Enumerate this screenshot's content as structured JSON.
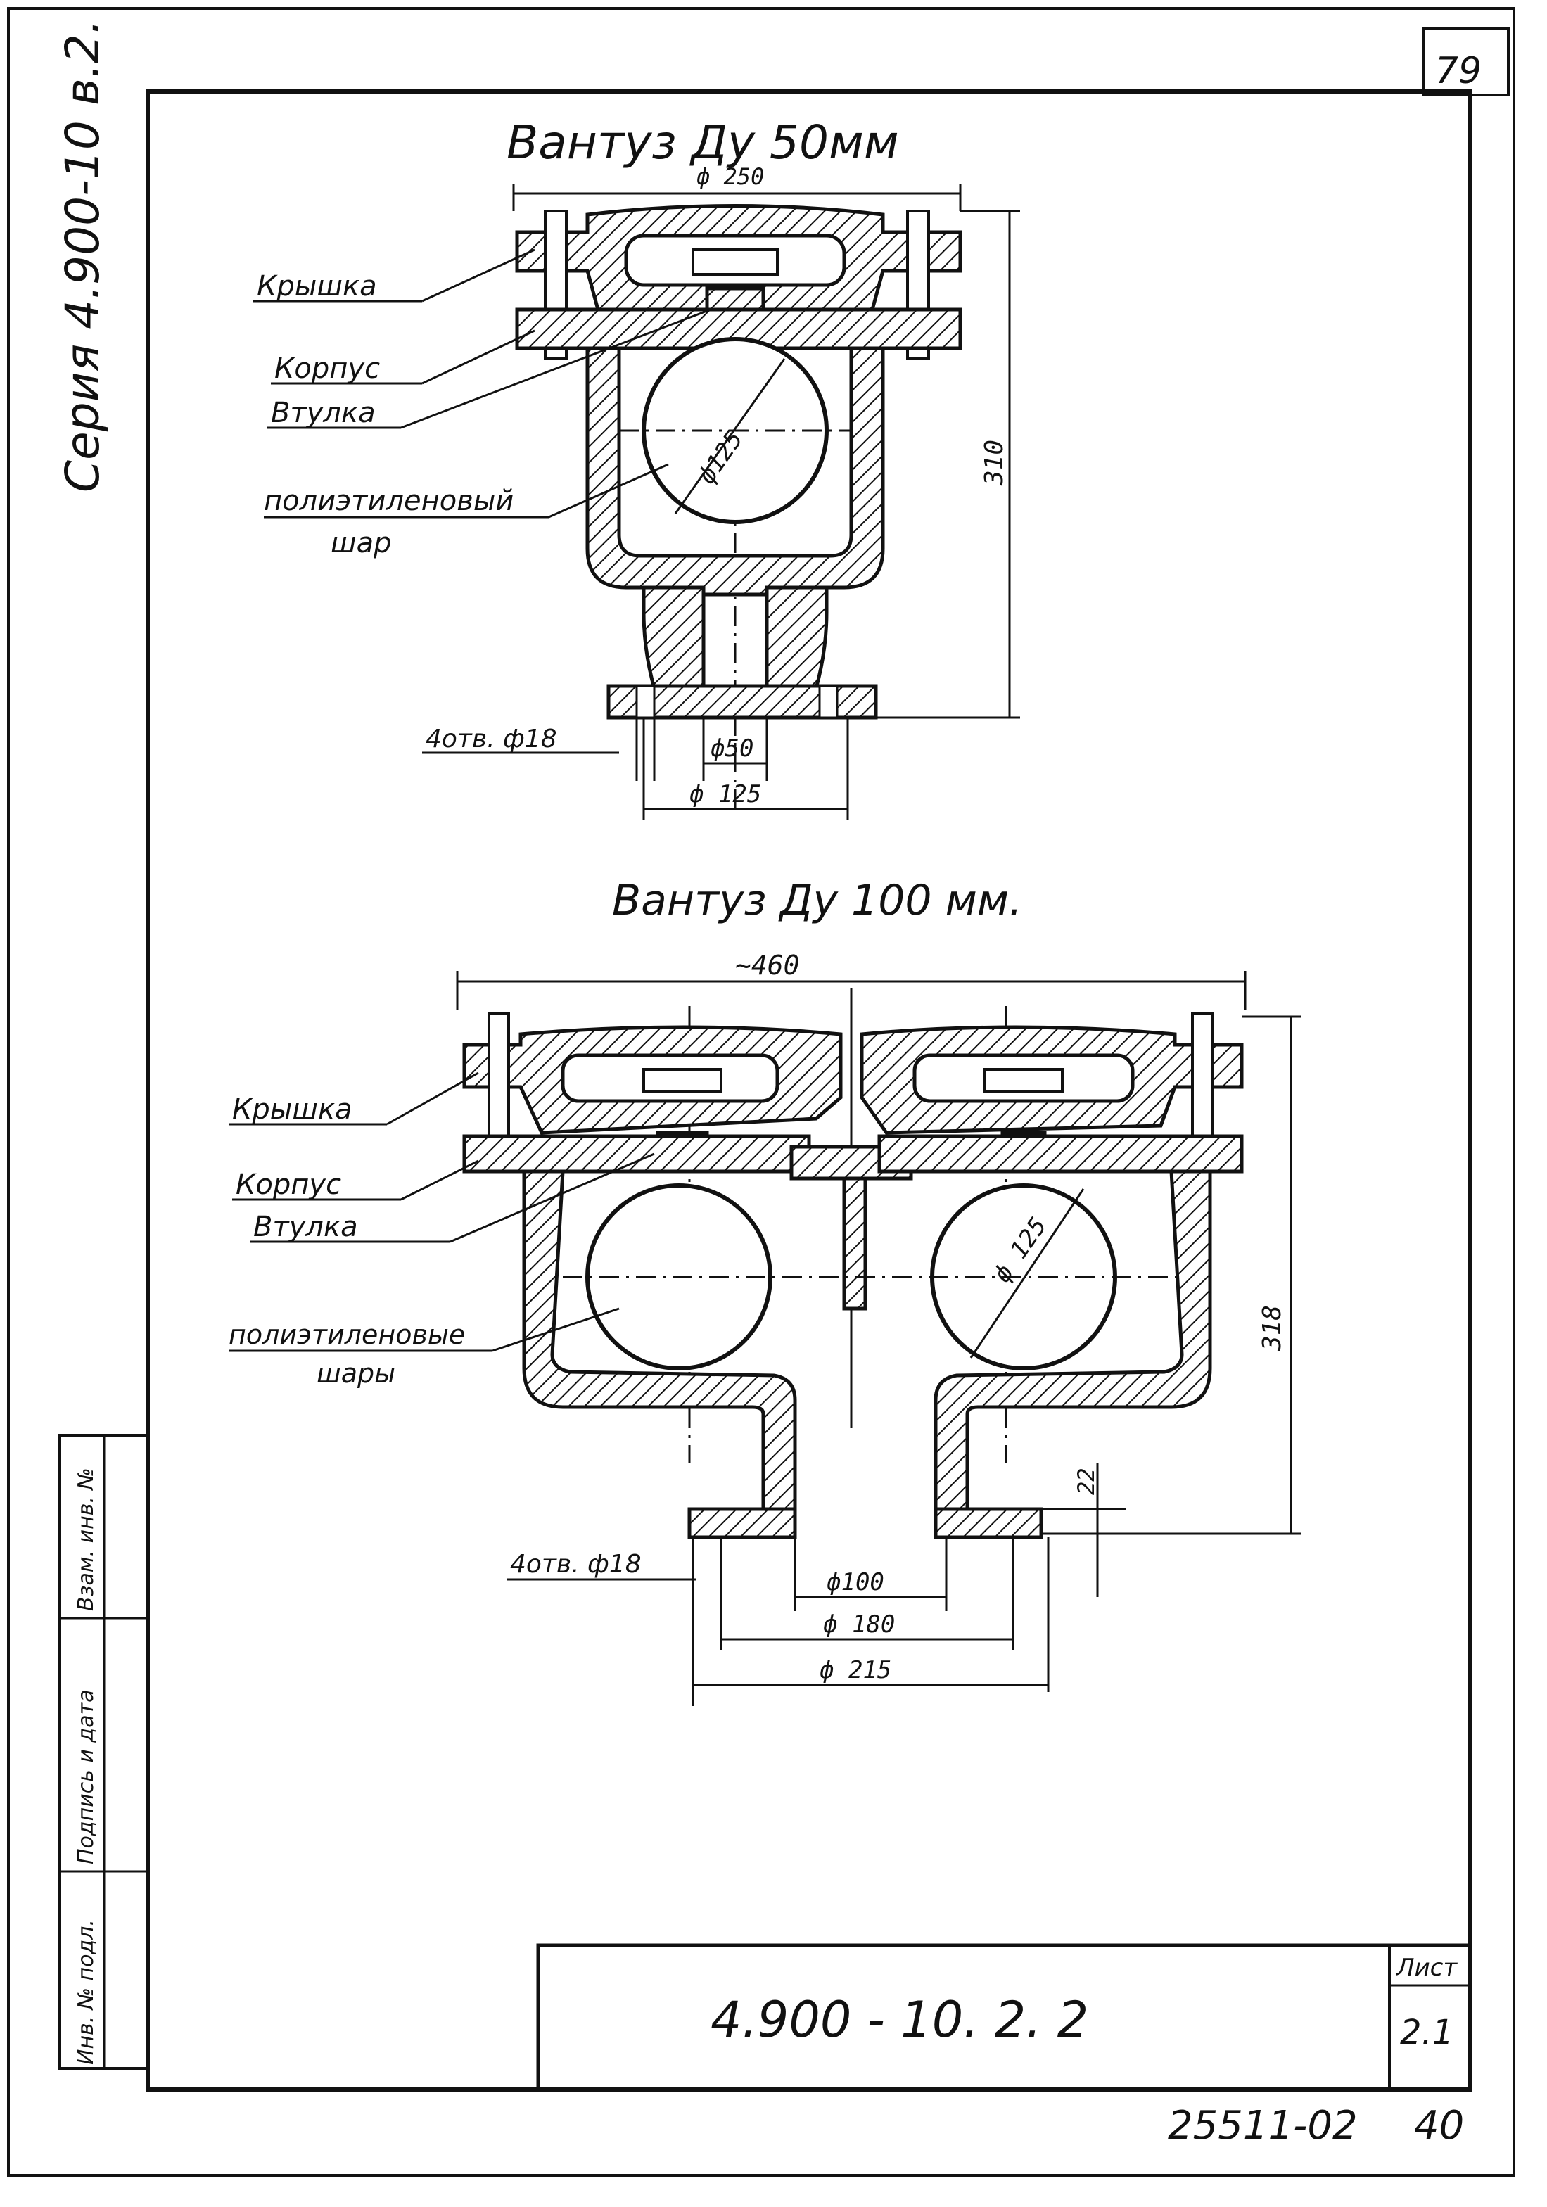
{
  "sheet": {
    "page_number": "79",
    "series_label": "Серия 4.900-10 в.2.",
    "document_code": "4.900 - 10. 2. 2",
    "sheet_label": "Лист",
    "sheet_number": "2.1",
    "archive_number": "25511-02",
    "page_bottom": "40",
    "side_stamp": [
      "Взам. инв. №",
      "Подпись и дата",
      "Инв. № подл."
    ]
  },
  "drawing1": {
    "title": "Вантуз Ду 50мм",
    "labels": {
      "cover": "Крышка",
      "body": "Корпус",
      "bushing": "Втулка",
      "ball_line1": "полиэтиленовый",
      "ball_line2": "шар",
      "holes": "4отв. ф18"
    },
    "dims": {
      "top_width": "ф 250",
      "height": "310",
      "ball": "ф125",
      "bore": "ф50",
      "bolt_circle": "ф 125"
    }
  },
  "drawing2": {
    "title": "Вантуз Ду 100 мм.",
    "labels": {
      "cover": "Крышка",
      "body": "Корпус",
      "bushing": "Втулка",
      "balls_line1": "полиэтиленовые",
      "balls_line2": "шары",
      "holes": "4отв. ф18"
    },
    "dims": {
      "overall_width": "~460",
      "height": "318",
      "ball": "ф 125",
      "flange": "22",
      "bore": "ф100",
      "bolt_circle": "ф 180",
      "flange_dia": "ф 215"
    }
  }
}
